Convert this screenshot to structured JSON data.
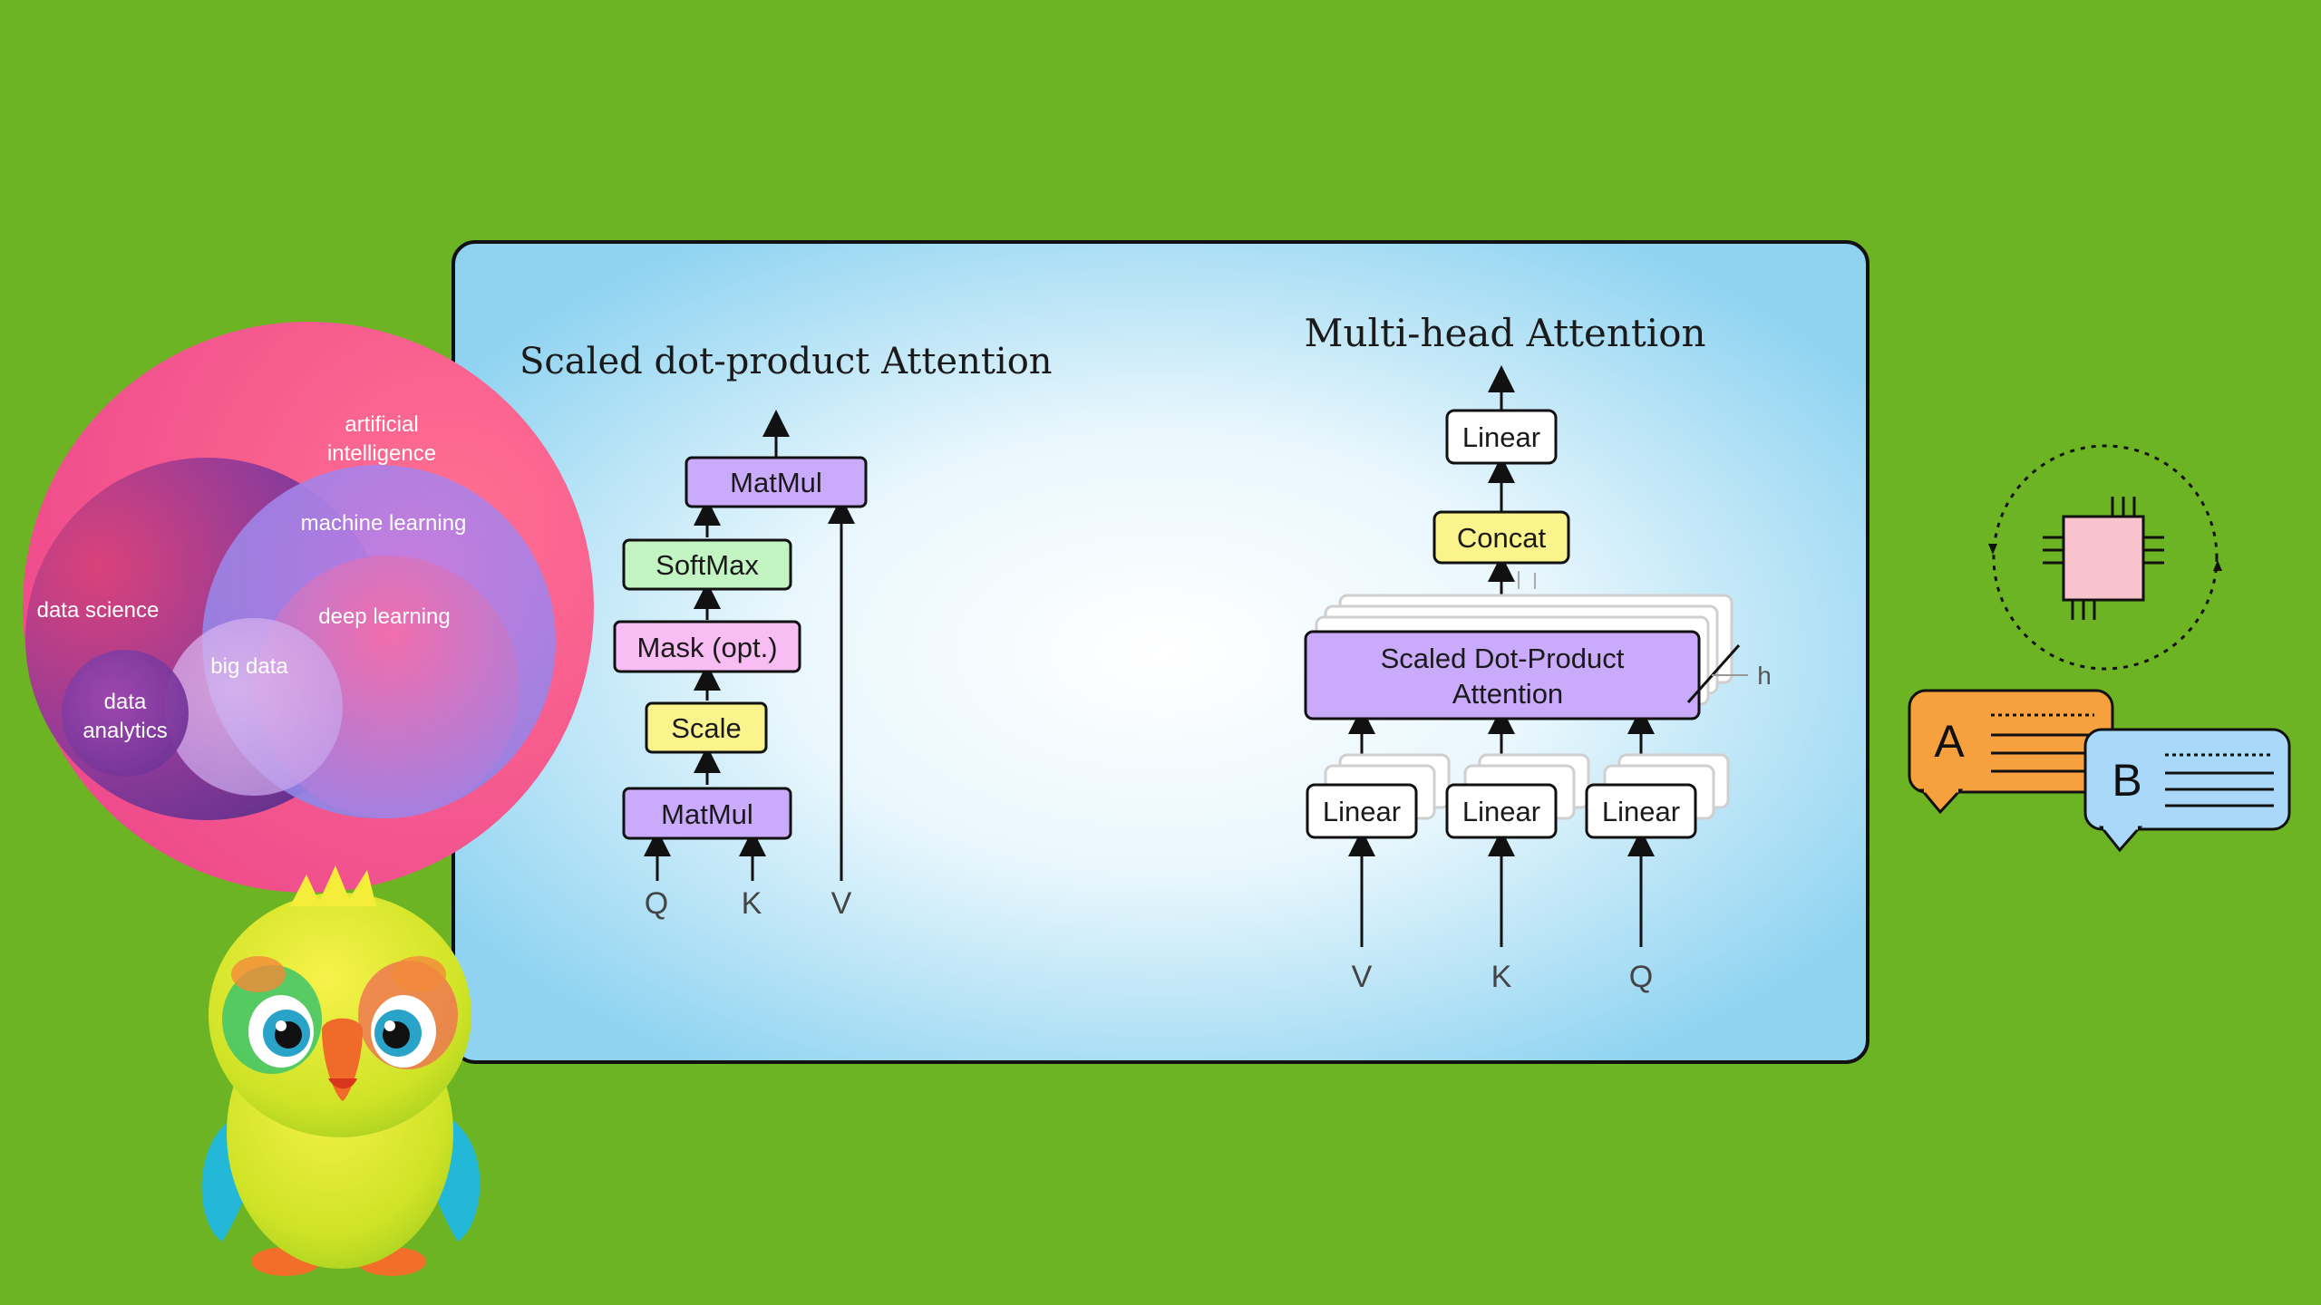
{
  "colors": {
    "background": "#6cb423",
    "panel_gradient_center": "#ffffff",
    "panel_gradient_edge": "#8fd3f1",
    "matmul": "#c9aafb",
    "softmax": "#c3f5c3",
    "mask": "#f8bdf2",
    "scale_concat": "#fbf38c",
    "linear": "#ffffff",
    "bubble_a": "#f7a03e",
    "bubble_b": "#a9d8f8",
    "chip": "#f8c3cc"
  },
  "scaled_attention": {
    "title": "Scaled dot-product Attention",
    "blocks": {
      "matmul_top": "MatMul",
      "softmax": "SoftMax",
      "mask": "Mask (opt.)",
      "scale": "Scale",
      "matmul_bottom": "MatMul"
    },
    "inputs": {
      "q": "Q",
      "k": "K",
      "v": "V"
    }
  },
  "multihead_attention": {
    "title": "Multi-head Attention",
    "blocks": {
      "linear_out": "Linear",
      "concat": "Concat",
      "attention_line1": "Scaled Dot-Product",
      "attention_line2": "Attention",
      "linear_v": "Linear",
      "linear_k": "Linear",
      "linear_q": "Linear"
    },
    "heads_label": "h",
    "inputs": {
      "v": "V",
      "k": "K",
      "q": "Q"
    }
  },
  "venn": {
    "ai_line1": "artificial",
    "ai_line2": "intelligence",
    "ml": "machine learning",
    "dl": "deep learning",
    "ds": "data science",
    "bd": "big data",
    "da_line1": "data",
    "da_line2": "analytics"
  },
  "chat_icons": {
    "bubble_a": "A",
    "bubble_b": "B"
  },
  "icons": {
    "mascot": "parrot-mascot-icon",
    "chip": "chip-cycle-icon",
    "chat": "chat-bubbles-icon"
  }
}
